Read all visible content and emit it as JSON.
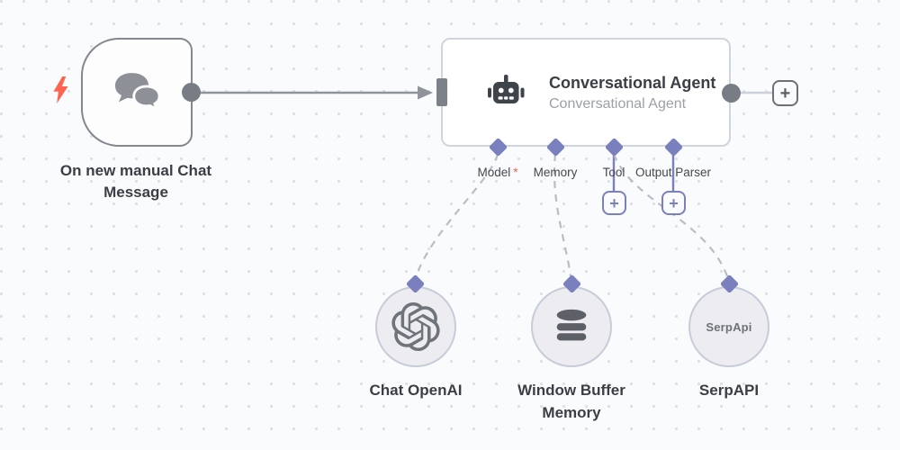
{
  "colors": {
    "accent_purple": "#7a80bd",
    "trigger_bolt_red": "#ff6450",
    "required_red": "#eb5e50",
    "wire_gray": "#8f939a",
    "dashed_gray": "#b9bdc7",
    "node_border_gray": "#d0d4dc",
    "dark_text": "#3b3e44",
    "canvas_bg": "#fafbfc"
  },
  "ui": {
    "plus": "+"
  },
  "trigger": {
    "label": "On new manual Chat Message"
  },
  "agent": {
    "title": "Conversational Agent",
    "subtitle": "Conversational Agent",
    "ports": [
      {
        "label": "Model",
        "required_marker": "*"
      },
      {
        "label": "Memory"
      },
      {
        "label": "Tool"
      },
      {
        "label": "Output Parser"
      }
    ]
  },
  "sub_nodes": [
    {
      "label": "Chat OpenAI",
      "icon": "openai-logo-icon"
    },
    {
      "label": "Window Buffer Memory",
      "icon": "database-icon"
    },
    {
      "label": "SerpAPI",
      "icon_text": "SerpApi"
    }
  ]
}
